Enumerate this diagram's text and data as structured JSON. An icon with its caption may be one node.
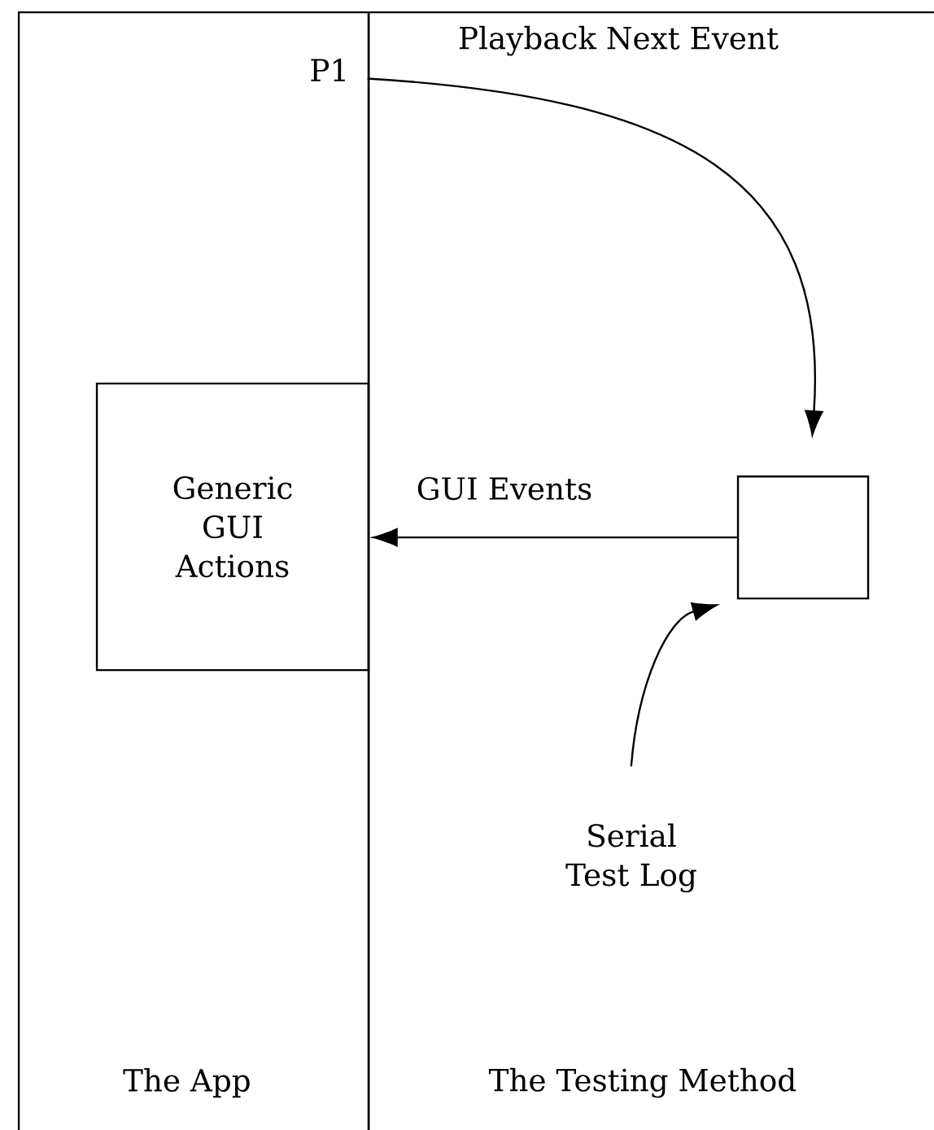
{
  "diagram": {
    "nodes": [
      {
        "text": [
          "The App"
        ]
      },
      {
        "text": [
          "The Testing Method"
        ]
      },
      {
        "text": [
          "P1"
        ],
        "in": 0
      },
      {
        "text": [
          "Generic GUI Actions"
        ],
        "in": 0
      },
      {
        "text": [],
        "shape": "box",
        "in": 1
      },
      {
        "text": [
          "Serial Test Log"
        ],
        "in": 1
      }
    ],
    "edges": [
      {
        "from": 2,
        "to": 4,
        "arrow": "to",
        "label": "Playback Next Event"
      },
      {
        "from": 4,
        "to": 3,
        "arrow": "to",
        "label": "GUI Events"
      },
      {
        "from": 5,
        "to": 4,
        "arrow": "to"
      }
    ]
  }
}
